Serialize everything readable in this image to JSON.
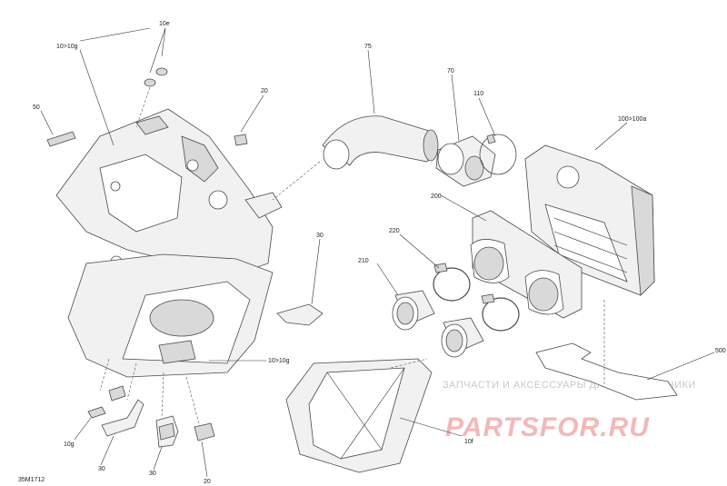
{
  "diagram": {
    "code": "35M1712",
    "callouts": {
      "c10e": "10e",
      "c10to10g_top": "10>10g",
      "c20_top": "20",
      "c50": "50",
      "c75": "75",
      "c70": "70",
      "c110": "110",
      "c100": "100>100a",
      "c200": "200",
      "c220": "220",
      "c210": "210",
      "c30_right": "30",
      "c10to10g_bottom": "10>10g",
      "c500": "500",
      "c10f": "10f",
      "c10g": "10g",
      "c30_bl": "30",
      "c30_bc": "30",
      "c20_bottom": "20"
    }
  },
  "watermark": {
    "line1": "ЗАПЧАСТИ И АКСЕССУАРЫ ДЛЯ МОТОТЕХНИКИ",
    "line2": "PARTSFOR.RU"
  }
}
